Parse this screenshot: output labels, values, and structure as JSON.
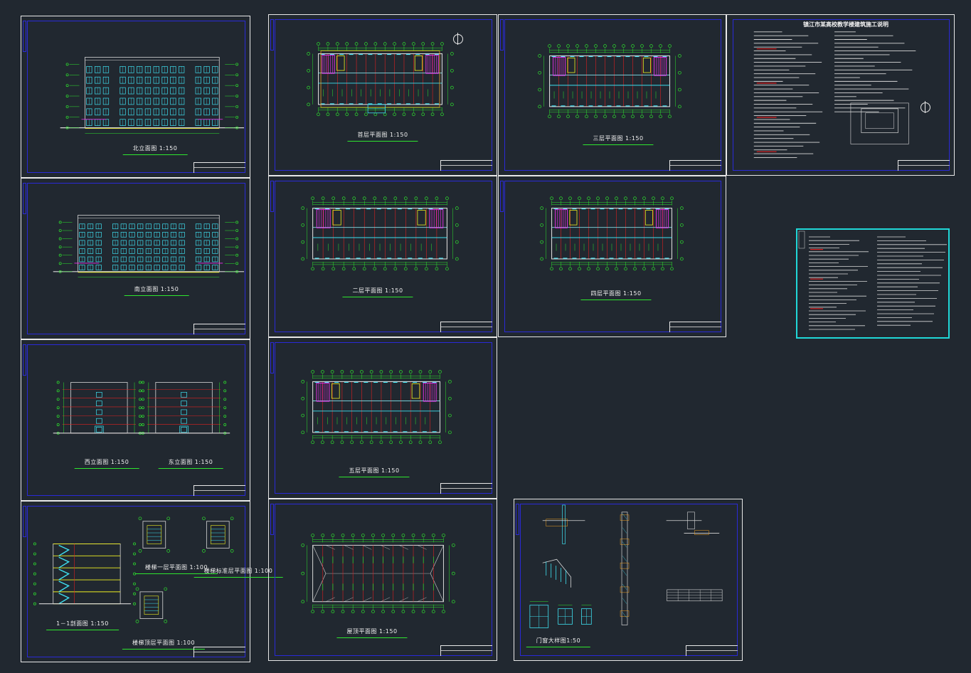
{
  "sheets": {
    "north_elev": {
      "caption": "北立面图   1:150"
    },
    "south_elev": {
      "caption": "南立面图   1:150"
    },
    "west_elev": {
      "caption": "西立面图   1:150"
    },
    "east_elev": {
      "caption": "东立面图   1:150"
    },
    "section": {
      "caption": "1－1剖面图   1:150"
    },
    "stair_1": {
      "caption": "楼梯一层平面图  1:100"
    },
    "stair_std": {
      "caption": "楼梯标准层平面图  1:100"
    },
    "stair_top": {
      "caption": "楼梯顶层平面图  1:100"
    },
    "plan_1": {
      "caption": "首层平面图   1:150"
    },
    "plan_2": {
      "caption": "二层平面图   1:150"
    },
    "plan_3": {
      "caption": "三层平面图   1:150"
    },
    "plan_4": {
      "caption": "四层平面图   1:150"
    },
    "plan_5": {
      "caption": "五层平面图   1:150"
    },
    "roof": {
      "caption": "屋顶平面图   1:150"
    },
    "details": {
      "caption": "门窗大样图1:50"
    },
    "notes": {
      "title": "镇江市某高校教学楼建筑施工说明"
    }
  },
  "colors": {
    "background": "#212830",
    "sheet_border": "#e8e8e8",
    "inner_border": "#2a2ad8",
    "axis_green": "#2ee62e",
    "wall_grey": "#d8d8d8",
    "window_cyan": "#3fe0f0",
    "grid_red": "#e02020",
    "stair_magenta": "#f030f0",
    "stair_yellow": "#f0f020",
    "accent_orange": "#f0a020",
    "highlight_cyan_frame": "#20d8d8"
  }
}
